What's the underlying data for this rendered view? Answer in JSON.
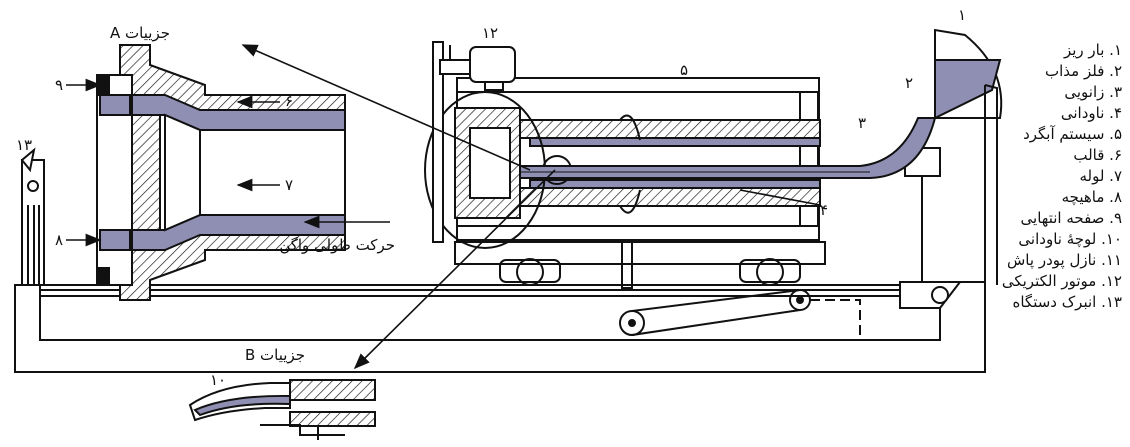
{
  "legend": [
    "۱. بار ریز",
    "۲. فلز مذاب",
    "۳. زانویی",
    "۴. ناودانی",
    "۵. سیستم آبگرد",
    "۶. قالب",
    "۷. لوله",
    "۸. ماهیچه",
    "۹. صفحه انتهایی",
    "۱۰. لوچهٔ ناودانی",
    "۱۱. نازل پودر پاش",
    "۱۲. موتور الکتریکی",
    "۱۳. انبرک دستگاه"
  ],
  "labels": {
    "detail_a": "جزییات A",
    "detail_b": "جزییات B",
    "wagon_motion": "حرکت طولی واگن",
    "n1": "۱",
    "n2": "۲",
    "n3": "۳",
    "n4": "۴",
    "n5": "۵",
    "n6": "۶",
    "n7": "۷",
    "n8": "۸",
    "n9": "۹",
    "n10": "۱۰",
    "n12": "۱۲",
    "n13": "۱۳"
  },
  "colors": {
    "metal": "#8f8fb3",
    "hatch": "#111111"
  }
}
